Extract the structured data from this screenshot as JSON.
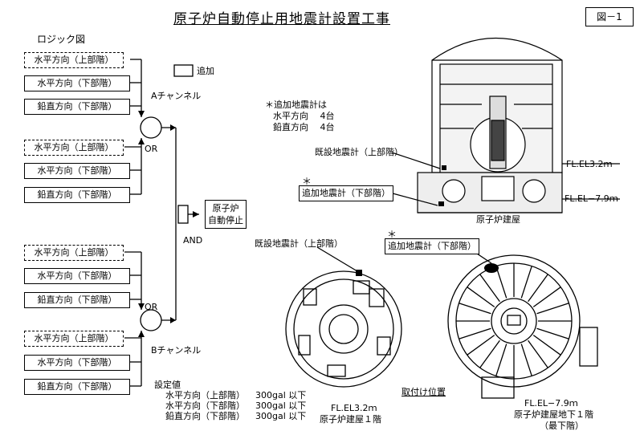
{
  "title": "原子炉自動停止用地震計設置工事",
  "figure_no": "図－1",
  "logic_label": "ロジック図",
  "legend": {
    "added_label": "追加"
  },
  "channel_a": "Aチャンネル",
  "channel_b": "Bチャンネル",
  "or_label": "OR",
  "and_label": "AND",
  "reactor_stop": [
    "原子炉",
    "自動停止"
  ],
  "inputs": {
    "h_upper": "水平方向（上部階）",
    "h_lower": "水平方向（下部階）",
    "v_lower": "鉛直方向（下部階）"
  },
  "note": [
    "＊追加地震計は",
    "水平方向　 4台",
    "鉛直方向　 4台"
  ],
  "existing_seismometer": "既設地震計（上部階）",
  "added_seismometer": "追加地震計（下部階）",
  "asterisk": "＊",
  "fl_upper": "FL.EL3.2ｍ",
  "fl_lower": "FL.EL−7.9ｍ",
  "reactor_building": "原子炉建屋",
  "install_position": "取付け位置",
  "plan_upper": {
    "fl": "FL.EL3.2ｍ",
    "caption": "原子炉建屋１階"
  },
  "plan_lower": {
    "fl": "FL.EL−7.9ｍ",
    "caption": "原子炉建屋地下１階",
    "sub": "（最下階）"
  },
  "settings": {
    "label": "設定値",
    "rows": [
      {
        "dir": "水平方向（上部階）",
        "val": "300gal 以下"
      },
      {
        "dir": "水平方向（下部階）",
        "val": "300gal 以下"
      },
      {
        "dir": "鉛直方向（下部階）",
        "val": "300gal 以下"
      }
    ]
  }
}
